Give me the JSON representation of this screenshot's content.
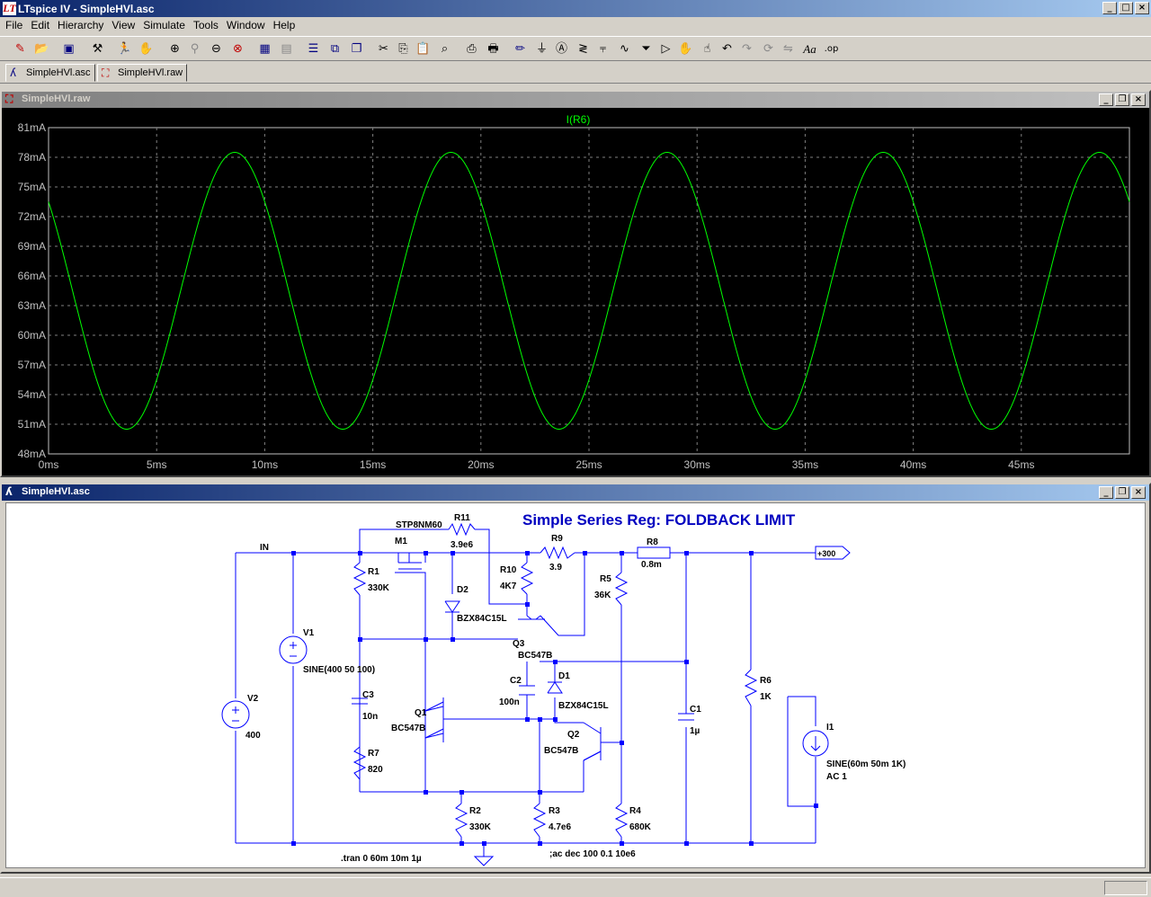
{
  "window": {
    "title": "LTspice IV - SimpleHVl.asc",
    "app_icon_label": "LT"
  },
  "menu": [
    "File",
    "Edit",
    "Hierarchy",
    "View",
    "Simulate",
    "Tools",
    "Window",
    "Help"
  ],
  "toolbar_icons": [
    "new-schematic",
    "open",
    "save",
    "control-panel",
    "run",
    "halt",
    "zoom-in",
    "pan",
    "zoom-out",
    "zoom-fit",
    "autorange",
    "manual-limits",
    "tile-horizontal",
    "tile-vertical",
    "cascade",
    "cut",
    "copy",
    "paste",
    "find",
    "print-preview",
    "print",
    "draw-wire",
    "ground",
    "label-net",
    "resistor",
    "capacitor",
    "inductor",
    "diode",
    "component",
    "move",
    "drag",
    "undo",
    "redo",
    "rotate",
    "mirror",
    "text",
    "spice-directive"
  ],
  "tabs": [
    {
      "label": "SimpleHVl.asc",
      "icon": "schematic-icon"
    },
    {
      "label": "SimpleHVl.raw",
      "icon": "waveform-icon"
    }
  ],
  "waveform_window": {
    "title": "SimpleHVl.raw"
  },
  "schematic_window": {
    "title": "SimpleHVl.asc"
  },
  "chart_data": {
    "type": "line",
    "title": "",
    "xlabel": "",
    "ylabel": "",
    "series": [
      {
        "name": "I(R6)",
        "color": "#00ff00",
        "shape": "sine",
        "offset_mA": 64.5,
        "amplitude_mA": 14,
        "period_ms": 10,
        "x_ms": [
          0,
          3.6,
          8.6,
          13.6,
          18.6,
          23.6,
          28.6,
          33.6,
          38.6,
          43.6,
          48.6,
          50
        ],
        "y_mA": [
          73.5,
          50.5,
          78.5,
          50.5,
          78.5,
          50.5,
          78.5,
          50.5,
          78.5,
          50.5,
          78.5,
          73.5
        ]
      }
    ],
    "xlim": [
      0,
      50
    ],
    "ylim": [
      48,
      81
    ],
    "x_ticks": [
      "0ms",
      "5ms",
      "10ms",
      "15ms",
      "20ms",
      "25ms",
      "30ms",
      "35ms",
      "40ms",
      "45ms"
    ],
    "y_ticks": [
      "81mA",
      "78mA",
      "75mA",
      "72mA",
      "69mA",
      "66mA",
      "63mA",
      "60mA",
      "57mA",
      "54mA",
      "51mA",
      "48mA"
    ],
    "grid": true,
    "background": "#000000",
    "axis_color": "#c0c0c0"
  },
  "schematic": {
    "title": "Simple Series Reg: FOLDBACK LIMIT",
    "net_labels": {
      "in": "IN",
      "out": "+300"
    },
    "parts": {
      "stp": "STP8NM60",
      "m1": "M1",
      "r11": "R11",
      "r11_val": "3.9e6",
      "r9": "R9",
      "r9_val": "3.9",
      "r8": "R8",
      "r8_val": "0.8m",
      "r1": "R1",
      "r1_val": "330K",
      "d2": "D2",
      "d2_val": "BZX84C15L",
      "r10": "R10",
      "r10_val": "4K7",
      "r5": "R5",
      "r5_val": "36K",
      "v1": "V1",
      "v1_val": "SINE(400 50 100)",
      "q3": "Q3",
      "q3_val": "BC547B",
      "c2": "C2",
      "c2_val": "100n",
      "d1": "D1",
      "d1_val": "BZX84C15L",
      "r6": "R6",
      "r6_val": "1K",
      "v2": "V2",
      "v2_val": "400",
      "c3": "C3",
      "c3_val": "10n",
      "q1": "Q1",
      "q1_val": "BC547B",
      "c1": "C1",
      "c1_val": "1µ",
      "i1": "I1",
      "i1_val": "SINE(60m 50m 1K)",
      "i1_ac": "AC 1",
      "q2": "Q2",
      "q2_val": "BC547B",
      "r7": "R7",
      "r7_val": "820",
      "r2": "R2",
      "r2_val": "330K",
      "r3": "R3",
      "r3_val": "4.7e6",
      "r4": "R4",
      "r4_val": "680K"
    },
    "directives": {
      "tran": ".tran 0 60m 10m 1µ",
      "ac": ";ac dec 100 0.1 10e6"
    },
    "wire_color": "#0000ff"
  }
}
